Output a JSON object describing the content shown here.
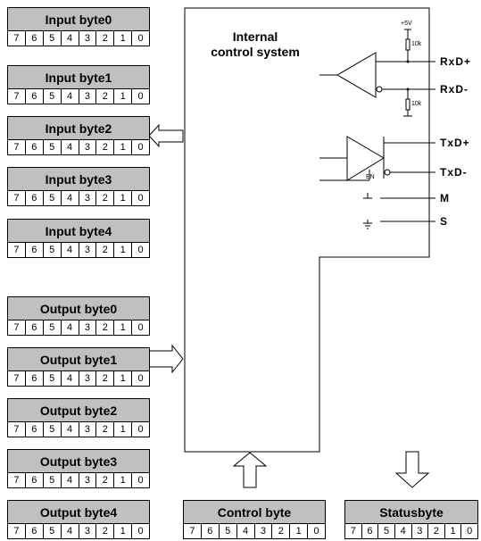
{
  "bits": [
    "7",
    "6",
    "5",
    "4",
    "3",
    "2",
    "1",
    "0"
  ],
  "input_bytes": [
    "Input byte0",
    "Input byte1",
    "Input byte2",
    "Input byte3",
    "Input byte4"
  ],
  "output_bytes": [
    "Output byte0",
    "Output byte1",
    "Output byte2",
    "Output byte3",
    "Output byte4"
  ],
  "control_byte": "Control byte",
  "status_byte": "Statusbyte",
  "internal_line1": "Internal",
  "internal_line2": "control system",
  "signals": {
    "rxd_plus": "RxD+",
    "rxd_minus": "RxD-",
    "txd_plus": "TxD+",
    "txd_minus": "TxD-",
    "m": "M",
    "s": "S",
    "en": "EN",
    "v5": "+5V",
    "r1": "10k",
    "r2": "10k"
  },
  "colors": {
    "header_fill": "#c0c0c0",
    "line": "#000000"
  }
}
